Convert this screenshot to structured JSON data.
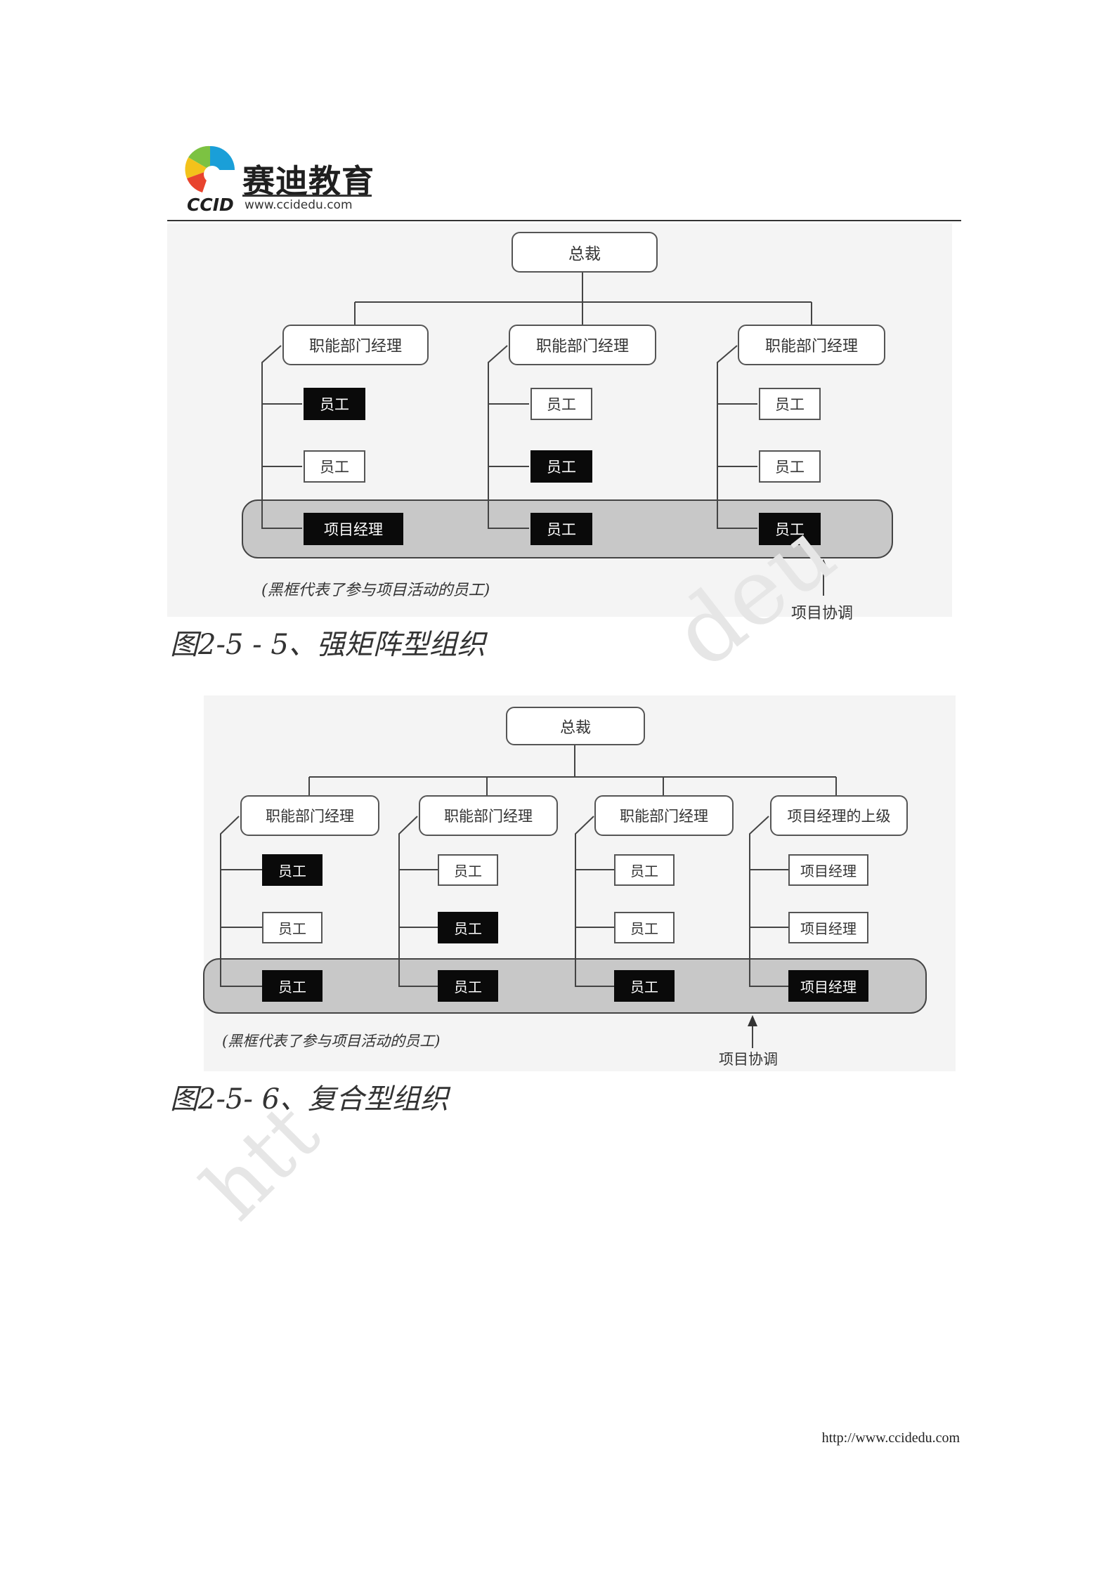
{
  "header": {
    "logo_cn": "赛迪教育",
    "logo_abbr": "CCID",
    "logo_url": "www.ccidedu.com"
  },
  "diagram1": {
    "ceo": "总裁",
    "columns": [
      {
        "head": "职能部门经理",
        "rows": [
          {
            "label": "员工",
            "dark": true
          },
          {
            "label": "员工",
            "dark": false
          },
          {
            "label": "项目经理",
            "dark": true
          }
        ]
      },
      {
        "head": "职能部门经理",
        "rows": [
          {
            "label": "员工",
            "dark": false
          },
          {
            "label": "员工",
            "dark": true
          },
          {
            "label": "员工",
            "dark": true
          }
        ]
      },
      {
        "head": "职能部门经理",
        "rows": [
          {
            "label": "员工",
            "dark": false
          },
          {
            "label": "员工",
            "dark": false
          },
          {
            "label": "员工",
            "dark": true
          }
        ]
      }
    ],
    "note": "(黑框代表了参与项目活动的员工)",
    "coordination": "项目协调",
    "caption": "图2-5 - 5、强矩阵型组织"
  },
  "diagram2": {
    "ceo": "总裁",
    "columns": [
      {
        "head": "职能部门经理",
        "rows": [
          {
            "label": "员工",
            "dark": true
          },
          {
            "label": "员工",
            "dark": false
          },
          {
            "label": "员工",
            "dark": true
          }
        ]
      },
      {
        "head": "职能部门经理",
        "rows": [
          {
            "label": "员工",
            "dark": false
          },
          {
            "label": "员工",
            "dark": true
          },
          {
            "label": "员工",
            "dark": true
          }
        ]
      },
      {
        "head": "职能部门经理",
        "rows": [
          {
            "label": "员工",
            "dark": false
          },
          {
            "label": "员工",
            "dark": false
          },
          {
            "label": "员工",
            "dark": true
          }
        ]
      },
      {
        "head": "项目经理的上级",
        "rows": [
          {
            "label": "项目经理",
            "dark": false
          },
          {
            "label": "项目经理",
            "dark": false
          },
          {
            "label": "项目经理",
            "dark": true
          }
        ]
      }
    ],
    "note": "(黑框代表了参与项目活动的员工)",
    "coordination": "项目协调",
    "caption": "图2-5- 6、复合型组织"
  },
  "watermark": {
    "text_a": "deu",
    "text_b": "htt"
  },
  "footer": {
    "url": "http://www.ccidedu.com"
  }
}
